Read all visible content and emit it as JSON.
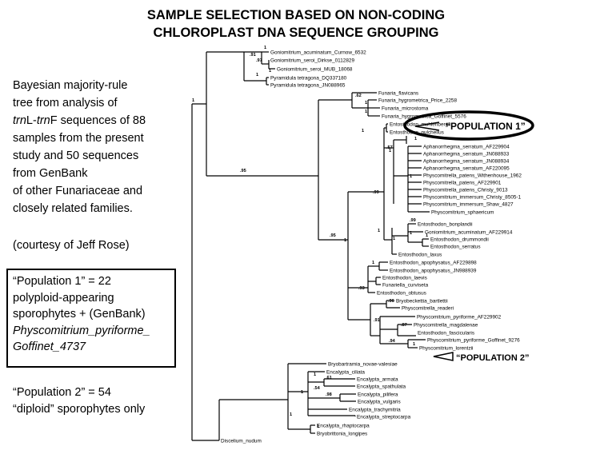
{
  "title": {
    "line1": "SAMPLE SELECTION BASED ON NON-CODING",
    "line2": "CHLOROPLAST DNA SEQUENCE GROUPING"
  },
  "description": {
    "line1": "Bayesian majority-rule",
    "line2": "tree from analysis of",
    "line3_italic_a": "trn",
    "line3_a": "L-",
    "line3_italic_b": "trn",
    "line3_b": "F sequences of 88",
    "line4": "samples from the present",
    "line5": "study and 50 sequences",
    "line6": "from GenBank",
    "line7": "of other Funariaceae and",
    "line8": "closely related families."
  },
  "credit": "(courtesy of Jeff Rose)",
  "population1_note": {
    "line1": "“Population 1” = 22",
    "line2": "polyploid-appearing",
    "line3": "sporophytes + (GenBank)",
    "line4": "Physcomitrium_pyriforme_",
    "line5": "Goffinet_4737"
  },
  "population2_note": {
    "line1": "“Population 2” = 54",
    "line2": "“diploid” sporophytes only"
  },
  "callouts": {
    "population1": "“POPULATION 1”",
    "population2": "“POPULATION 2”"
  },
  "tree": {
    "taxa": [
      "Goniomitrium_acuminatum_Curnow_6532",
      "Goniomitrium_seroi_Dirkse_0112829",
      "Goniomitrium_seroi_MUB_18068",
      "Pyramidula tetragona_DQ337180",
      "Pyramidula tetragona_JN088965",
      "Funaria_flavicans",
      "Funaria_hygrometrica_Price_2258",
      "Funaria_microstoma",
      "Funaria_hygrometrica_Goffinet_5576",
      "Entosthodon_muhlenbergii",
      "Entosthodon_pulchellus",
      "Aphanorrhegma_serratum_AF229904",
      "Aphanorrhegma_serratum_JN088933",
      "Aphanorrhegma_serratum_JN088934",
      "Aphanorrhegma_serratum_AF220095",
      "Physcomitrella_patens_Withenhouse_1962",
      "Physcomitrella_patens_AF229901",
      "Physcomitrella_patens_Christy_9013",
      "Physcomitrium_immersum_Christy_8505-1",
      "Physcomitrium_immersum_Shaw_4827",
      "Physcomitrium_sphaericum",
      "Entosthodon_bonplandii",
      "Goniomitrium_acuminatum_AF229914",
      "Entosthodon_drummondii",
      "Entosthodon_serratus",
      "Entosthodon_laxus",
      "Entosthodon_apophysatus_AF229898",
      "Entosthodon_apophysatus_JN988939",
      "Entosthodon_laevis",
      "Funariella_curviseta",
      "Entosthodon_obtusus",
      "Bryobeckettia_bartlettii",
      "Physcomitrella_readeri",
      "Physcomitrium_pyriforme_AF229902",
      "Physcomitrella_magdalenae",
      "Entosthodon_fascicularis",
      "Physcomitrium_pyriforme_Goffinet_9276",
      "Physcomitrium_lorentzii",
      "Bryobartramia_novae-valesiae",
      "Encalypta_ciliata",
      "Encalypta_armata",
      "Encalypta_spathulata",
      "Encalypta_pilifera",
      "Encalypta_vulgaris",
      "Encalypta_trachymitria",
      "Encalypta_streptocarpa",
      "Encalypta_rhaptocarpa",
      "Bryobrittonia_longipes",
      "Discelium_nudum"
    ],
    "support_labels": [
      ".91",
      ".97",
      "1",
      "1",
      "1",
      "1",
      ".62",
      "1",
      "1",
      "1",
      ".57",
      "1",
      "1",
      "1",
      ".99",
      ".99",
      "1",
      "1",
      "1",
      "1",
      ".95",
      ".95",
      "1",
      "1",
      ".93",
      ".91",
      ".96",
      ".87",
      ".94",
      "1",
      ".61",
      ".98",
      "1",
      ".54",
      "1",
      "1",
      "1"
    ]
  }
}
